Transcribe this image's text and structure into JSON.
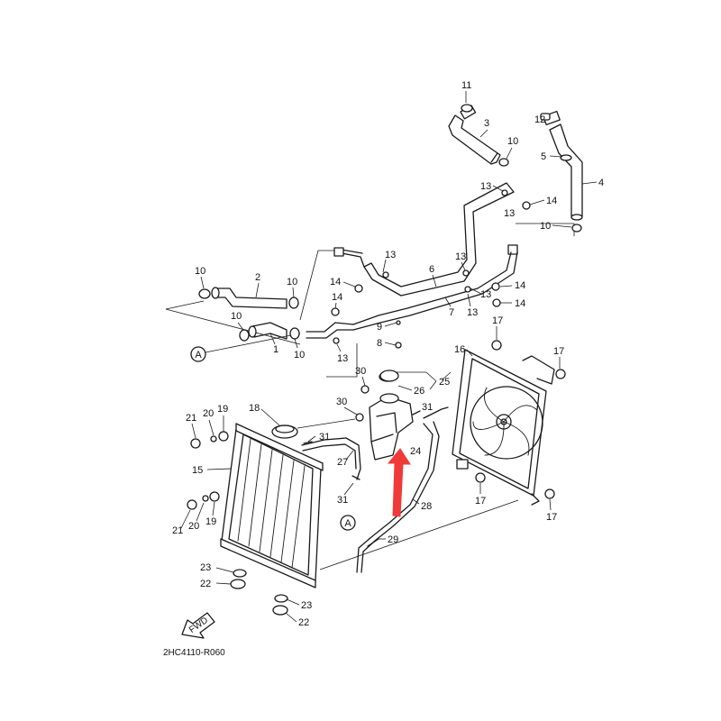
{
  "diagram": {
    "diagram_code": "2HC4110-R060",
    "direction_marker": "FWD",
    "reference_marker": "A",
    "callouts": {
      "c1": "1",
      "c2": "2",
      "c3": "3",
      "c4": "4",
      "c5": "5",
      "c6": "6",
      "c7": "7",
      "c8": "8",
      "c9": "9",
      "c10": "10",
      "c11": "11",
      "c12": "12",
      "c13": "13",
      "c14": "14",
      "c15": "15",
      "c16": "16",
      "c17": "17",
      "c18": "18",
      "c19": "19",
      "c20": "20",
      "c21": "21",
      "c22": "22",
      "c23": "23",
      "c24": "24",
      "c25": "25",
      "c26": "26",
      "c27": "27",
      "c28": "28",
      "c29": "29",
      "c30": "30",
      "c31": "31"
    },
    "colors": {
      "line": "#1a1a1a",
      "highlight_arrow": "#f03a3a",
      "background": "#ffffff"
    }
  }
}
